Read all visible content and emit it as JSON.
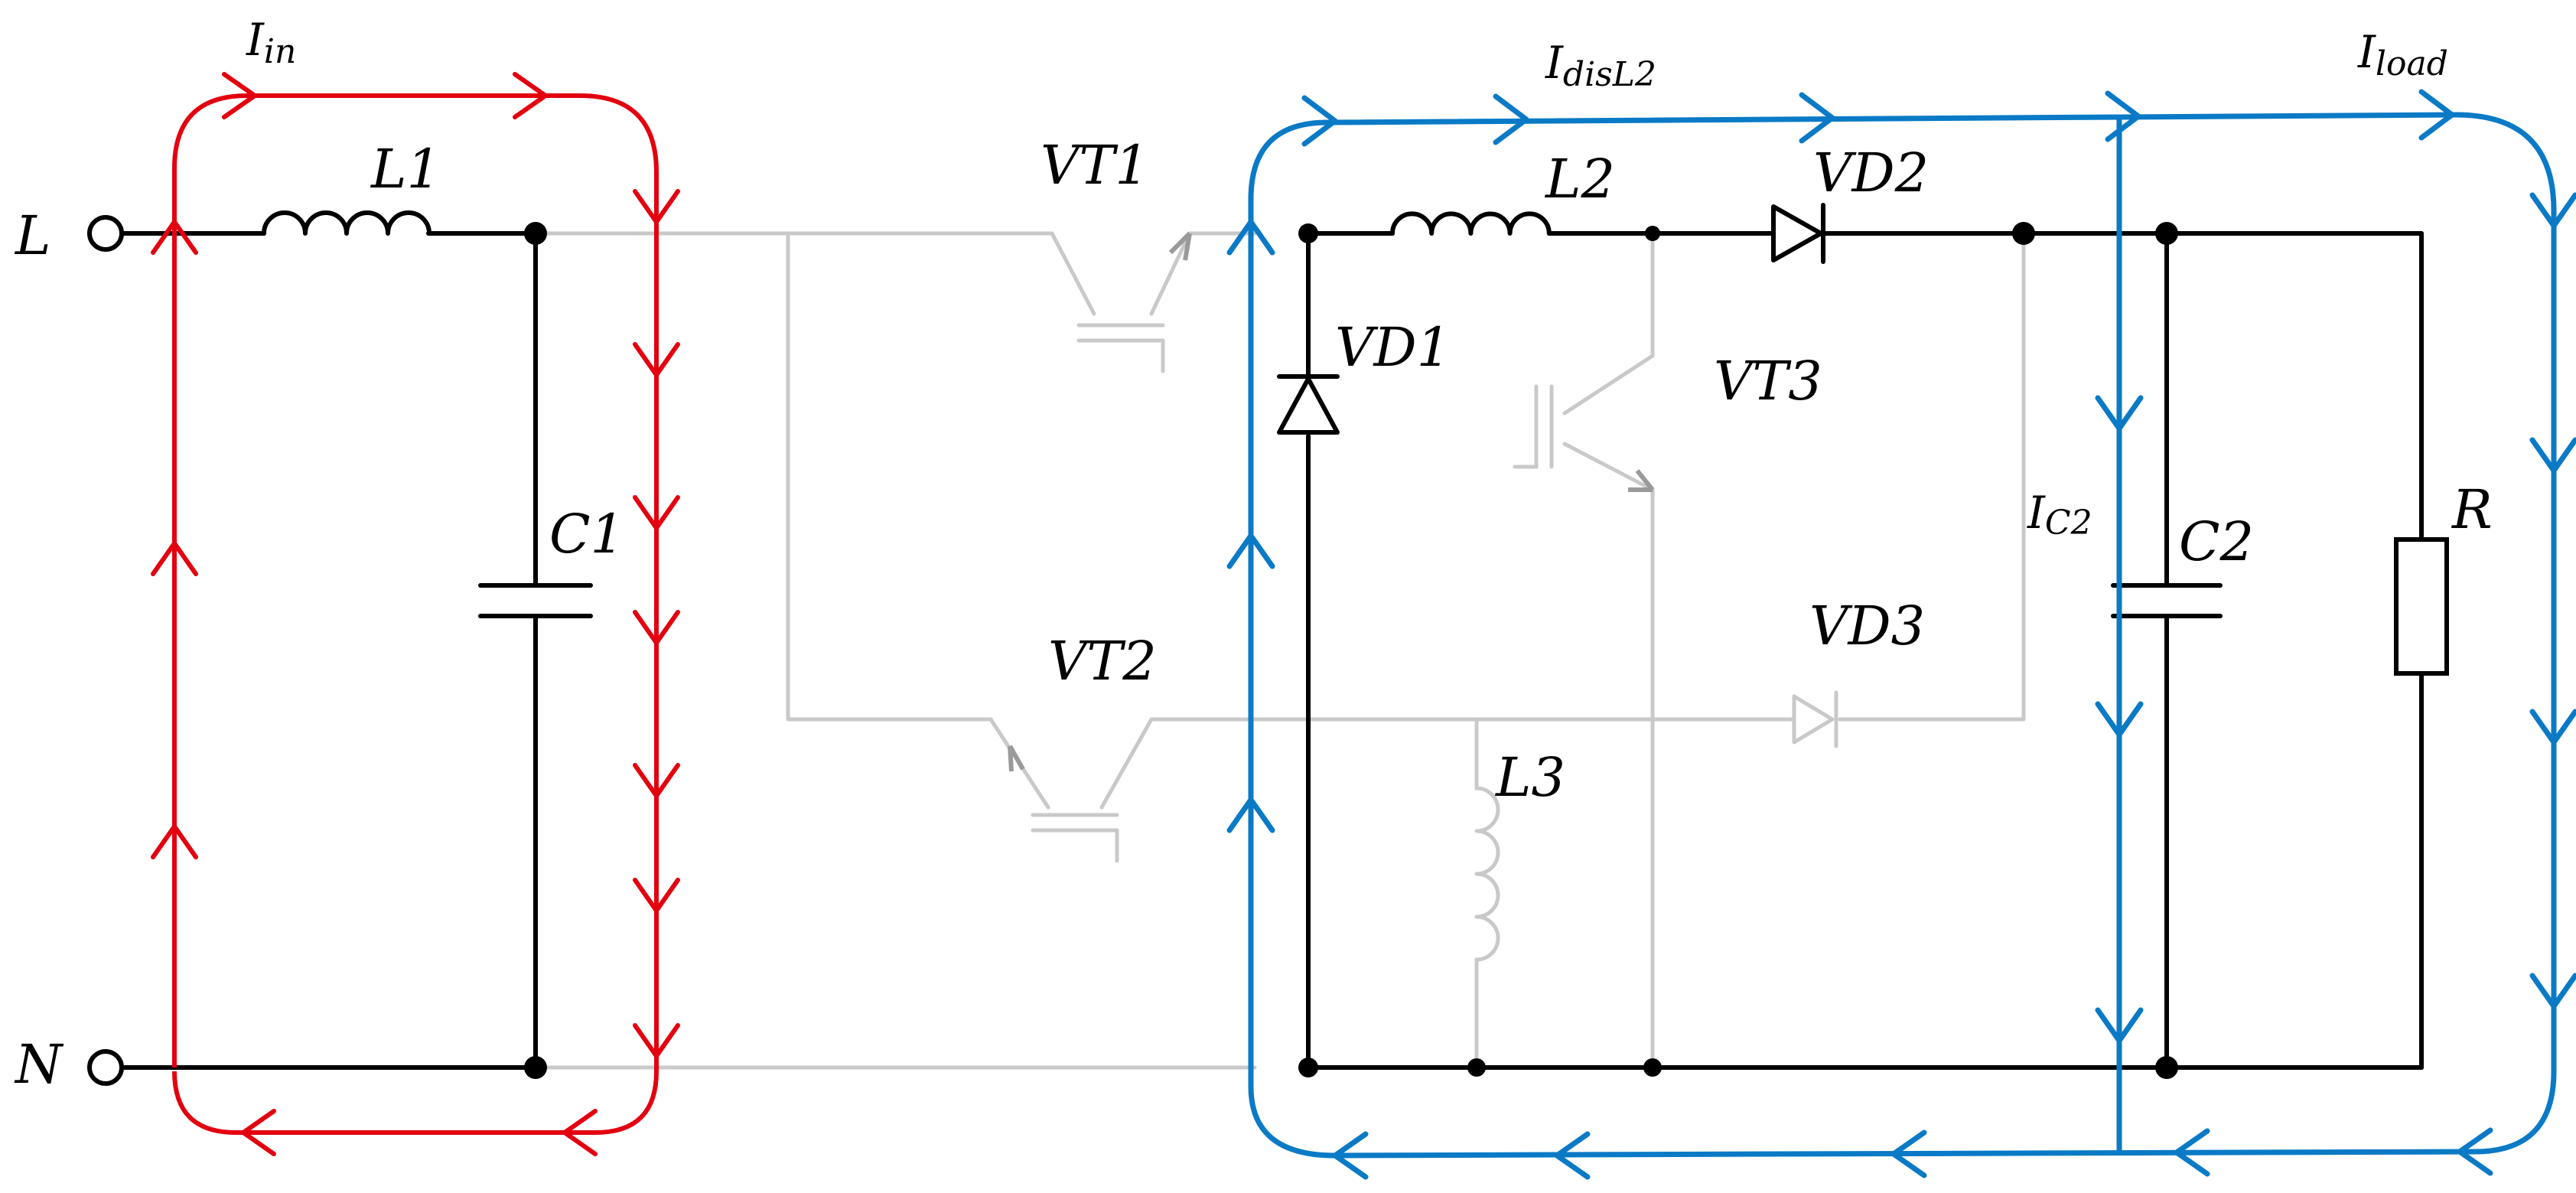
{
  "diagram": {
    "terminals": {
      "line": "L",
      "neutral": "N"
    },
    "components": {
      "l1": "L1",
      "c1": "C1",
      "vt1": "VT1",
      "vt2": "VT2",
      "vt3": "VT3",
      "l2": "L2",
      "l3": "L3",
      "vd1": "VD1",
      "vd2": "VD2",
      "vd3": "VD3",
      "c2": "C2",
      "r": "R"
    },
    "currents": {
      "iin": {
        "base": "I",
        "sub": "in"
      },
      "idisl2": {
        "base": "I",
        "sub": "disL2"
      },
      "iload": {
        "base": "I",
        "sub": "load"
      },
      "ic2": {
        "base": "I",
        "sub": "C2"
      }
    },
    "colors": {
      "active_wire": "#000000",
      "inactive_wire": "#c9c9c9",
      "input_loop": "#e3000f",
      "discharge_loop": "#0a7ac6"
    }
  }
}
